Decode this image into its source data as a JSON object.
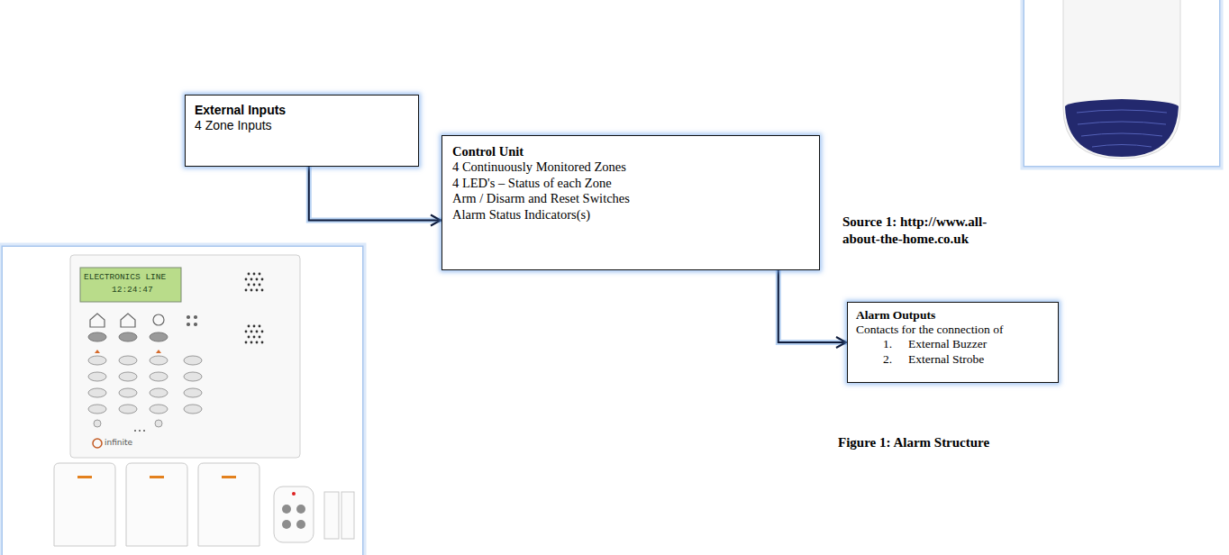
{
  "diagram": {
    "caption": "Figure 1: Alarm Structure",
    "nodes": [
      {
        "text": [
          "External Inputs",
          "4 Zone Inputs"
        ]
      },
      {
        "text": [
          "Control Unit",
          "4 Continuously Monitored Zones",
          "4 LED's – Status of each Zone",
          "Arm / Disarm and Reset Switches",
          "Alarm Status Indicators(s)"
        ]
      },
      {
        "text": [
          "Alarm Outputs",
          "Contacts for the connection of",
          "1.",
          "External Buzzer",
          "2.",
          "External Strobe"
        ]
      }
    ],
    "edges": [
      {
        "from": 0,
        "to": 1,
        "arrow": "to"
      },
      {
        "from": 1,
        "to": 2,
        "arrow": "to"
      }
    ],
    "labels": [
      "ELECTRONICS LINE",
      "12:24:47",
      "infinite",
      "Source 1: http://www.all-about-the-home.co.uk"
    ]
  }
}
